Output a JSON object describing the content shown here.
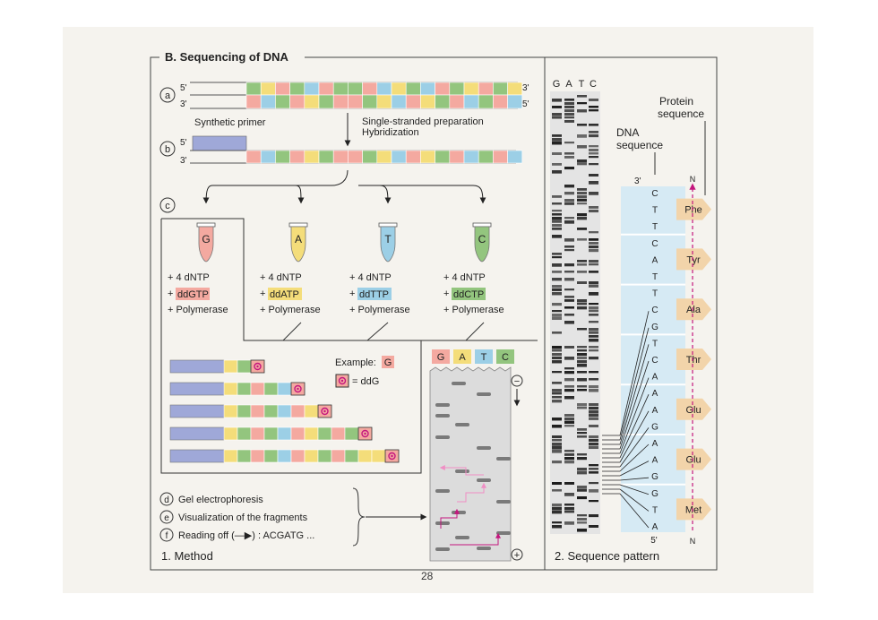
{
  "title": "B. Sequencing of DNA",
  "page_number": "28",
  "colors": {
    "green": "#93c57e",
    "yellow": "#f4dd7a",
    "pink": "#f4a9a0",
    "blue": "#9ccfe6",
    "primer": "#9fa8d8",
    "tan": "#f2d4aa",
    "magenta": "#c4167e",
    "gel": "#dcdcdc"
  },
  "step_a": {
    "marker": "a",
    "top_left": "5'",
    "top_right": "3'",
    "bottom_left": "3'",
    "bottom_right": "5'"
  },
  "step_b": {
    "marker": "b",
    "left_top": "5'",
    "left_bottom": "3'",
    "primer_label": "Synthetic primer",
    "prep_line1": "Single-stranded preparation",
    "prep_line2": "Hybridization"
  },
  "step_c": {
    "marker": "c"
  },
  "tubes": [
    {
      "letter": "G",
      "line1": "+ 4 dNTP",
      "dd": "ddGTP",
      "line3": "+ Polymerase",
      "color": "pink"
    },
    {
      "letter": "A",
      "line1": "+ 4 dNTP",
      "dd": "ddATP",
      "line3": "+ Polymerase",
      "color": "yellow"
    },
    {
      "letter": "T",
      "line1": "+ 4 dNTP",
      "dd": "ddTTP",
      "line3": "+ Polymerase",
      "color": "blue"
    },
    {
      "letter": "C",
      "line1": "+ 4 dNTP",
      "dd": "ddCTP",
      "line3": "+ Polymerase",
      "color": "green"
    }
  ],
  "dd_plus": "+",
  "example": {
    "label": "Example:",
    "letter": "G",
    "legend": "= ddG"
  },
  "gel": {
    "lanes": [
      "G",
      "A",
      "T",
      "C"
    ],
    "minus": "−",
    "plus": "+"
  },
  "steps": [
    {
      "marker": "d",
      "text": "Gel electrophoresis"
    },
    {
      "marker": "e",
      "text": "Visualization of the fragments"
    },
    {
      "marker": "f",
      "text": "Reading off (—▶) : ACGATG ..."
    }
  ],
  "method_label": "1. Method",
  "pattern_label": "2. Sequence pattern",
  "autorad_lanes": [
    "G",
    "A",
    "T",
    "C"
  ],
  "dna_sequence_label": [
    "DNA",
    "sequence"
  ],
  "protein_sequence_label": [
    "Protein",
    "sequence"
  ],
  "end_top": "3'",
  "end_bottom": "5'",
  "n_top": "N",
  "n_bottom": "N",
  "dna_sequence": [
    "C",
    "T",
    "T",
    "C",
    "A",
    "T",
    "T",
    "C",
    "G",
    "T",
    "C",
    "A",
    "A",
    "A",
    "G",
    "A",
    "A",
    "G",
    "G",
    "T",
    "A"
  ],
  "codons": [
    "Phe",
    "Tyr",
    "Ala",
    "Thr",
    "Glu",
    "Glu",
    "Met"
  ]
}
